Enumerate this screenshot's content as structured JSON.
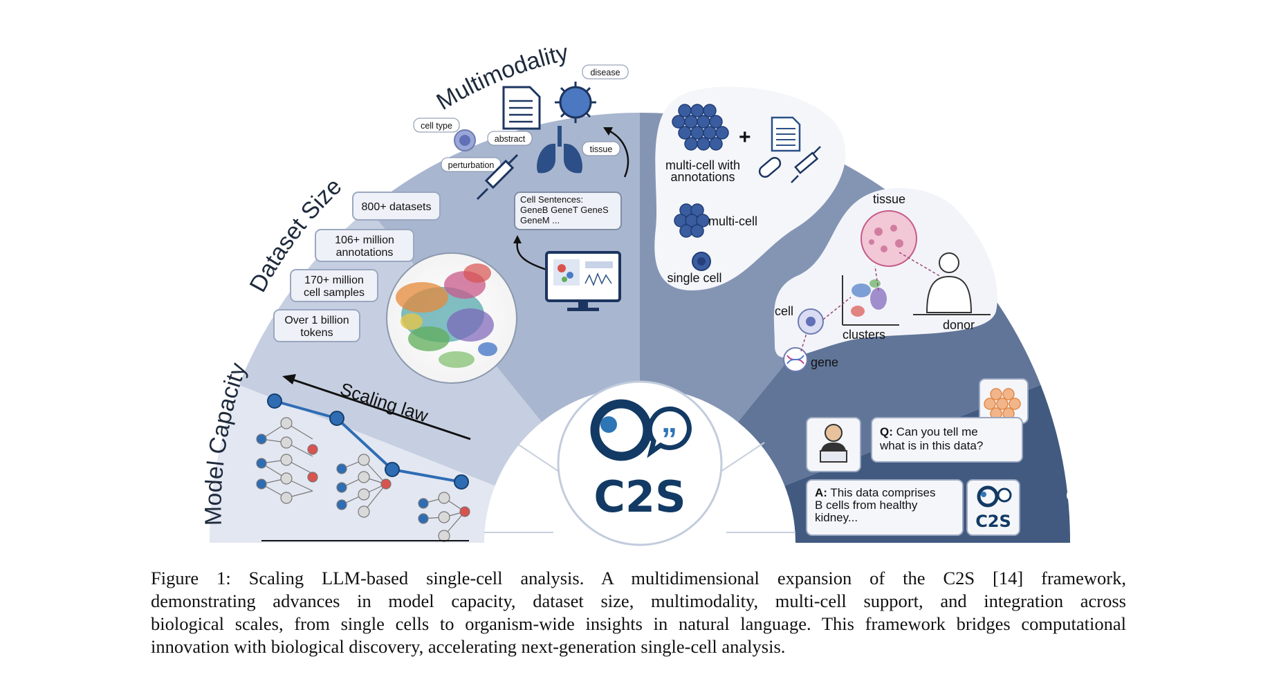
{
  "sectors": {
    "model_capacity": {
      "title": "Model Capacity",
      "scaling_label": "Scaling law"
    },
    "dataset_size": {
      "title": "Dataset Size",
      "badges": [
        {
          "line1": "800+ datasets",
          "line2": "",
          "color": "#c0398e"
        },
        {
          "line1": "106+ million",
          "line2": "annotations",
          "color": "#b02626"
        },
        {
          "line1": "170+ million",
          "line2": "cell samples",
          "color": "#7b48a8"
        },
        {
          "line1": "Over 1 billion",
          "line2": "tokens",
          "color": "#e08a1a"
        }
      ]
    },
    "multimodality": {
      "title": "Multimodality",
      "tags": {
        "disease": "disease",
        "cell_type": "cell type",
        "abstract": "abstract",
        "tissue": "tissue",
        "perturbation": "perturbation"
      },
      "cell_sentences": {
        "line1": "Cell Sentences:",
        "line2": "GeneB GeneT GeneS",
        "line3": "GeneM ..."
      }
    },
    "context_diversity": {
      "title": "Context Diversity",
      "multi_annot_line1": "multi-cell with",
      "multi_annot_line2": "annotations",
      "plus": "+",
      "multi_cell": "multi-cell",
      "single_cell": "single cell"
    },
    "biological_scales": {
      "title": "Biological Scales",
      "tissue": "tissue",
      "cell": "cell",
      "clusters": "clusters",
      "donor": "donor",
      "gene": "gene"
    },
    "biological_insights": {
      "title": "Biological Insights",
      "q_prefix": "Q:",
      "q_line1": " Can you tell me",
      "q_line2": "what is in this data?",
      "a_prefix": "A:",
      "a_line1": " This data comprises",
      "a_line2": "B cells from healthy",
      "a_line3": "kidney..."
    }
  },
  "center_logo": {
    "text": "C2S",
    "small_text": "C2S"
  },
  "colors": {
    "model_capacity": "#e3e7f1",
    "dataset_size": "#c6cfe1",
    "multimodality": "#a9b6cf",
    "context_diversity": "#8495b4",
    "biological_scales": "#607598",
    "biological_insights": "#425a80",
    "logo_navy": "#123a64",
    "logo_blue": "#2e76b6"
  },
  "caption": {
    "line1": "Figure 1: Scaling LLM-based single-cell analysis. A multidimensional expansion of the C2S [14] framework,",
    "line2": "demonstrating advances in model capacity, dataset size, multimodality, multi-cell support, and integration across",
    "line3": "biological scales, from single cells to organism-wide insights in natural language. This framework bridges computational",
    "line4": "innovation with biological discovery, accelerating next-generation single-cell analysis."
  }
}
